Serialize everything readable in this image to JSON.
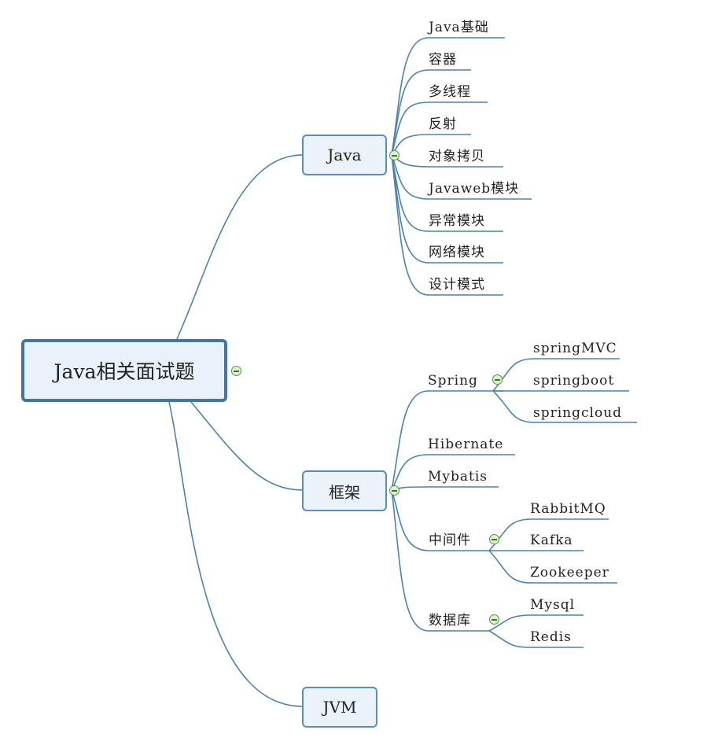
{
  "root": {
    "label": "Java相关面试题"
  },
  "java": {
    "label": "Java",
    "items": [
      "Java基础",
      "容器",
      "多线程",
      "反射",
      "对象拷贝",
      "Javaweb模块",
      "异常模块",
      "网络模块",
      "设计模式"
    ]
  },
  "framework": {
    "label": "框架",
    "spring": {
      "label": "Spring",
      "items": [
        "springMVC",
        "springboot",
        "springcloud"
      ]
    },
    "hibernate": {
      "label": "Hibernate"
    },
    "mybatis": {
      "label": "Mybatis"
    },
    "middleware": {
      "label": "中间件",
      "items": [
        "RabbitMQ",
        "Kafka",
        "Zookeeper"
      ]
    },
    "database": {
      "label": "数据库",
      "items": [
        "Mysql",
        "Redis"
      ]
    }
  },
  "jvm": {
    "label": "JVM"
  },
  "colors": {
    "line": "#3f76a5",
    "box_fill": "#eaf2fa",
    "toggle": "#4f9a3c"
  }
}
